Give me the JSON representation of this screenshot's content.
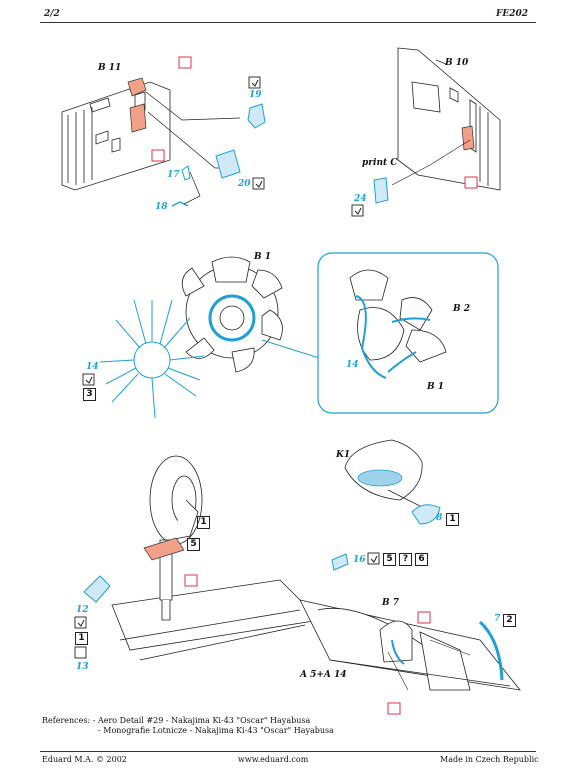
{
  "header": {
    "page": "2/2",
    "code": "FE202"
  },
  "labels": {
    "b11": "B 11",
    "b10": "B 10",
    "print_c": "print C",
    "b1_top": "B 1",
    "b2": "B 2",
    "b1_inset": "B 1",
    "k1": "K1",
    "b7": "B 7",
    "a5a14": "A 5+A 14"
  },
  "part_numbers": {
    "p19": "19",
    "p17": "17",
    "p20": "20",
    "p18": "18",
    "p24": "24",
    "p14a": "14",
    "p14b": "14",
    "p8": "8",
    "p12": "12",
    "p13": "13",
    "p16": "16",
    "p7": "7"
  },
  "step_boxes": {
    "s3": "3",
    "s1_wheel": "1",
    "s5_wheel": "5",
    "s1_k1": "1",
    "s5_canopy": "5",
    "q_canopy": "?",
    "s6_canopy": "6",
    "s2": "2",
    "s1_left": "1"
  },
  "references": {
    "line1": "References: - Aero Detail #29 - Nakajima Ki-43 \"Oscar\" Hayabusa",
    "line2": "- Monografie Lotnicze - Nakajima Ki-43 \"Oscar\" Hayabusa"
  },
  "footer": {
    "left": "Eduard M.A. © 2002",
    "center": "www.eduard.com",
    "right": "Made in Czech Republic"
  },
  "colors": {
    "photo_etch": "#1ea0d6",
    "painted_part": "#f2a088",
    "paint_flag": "#e0314b"
  }
}
